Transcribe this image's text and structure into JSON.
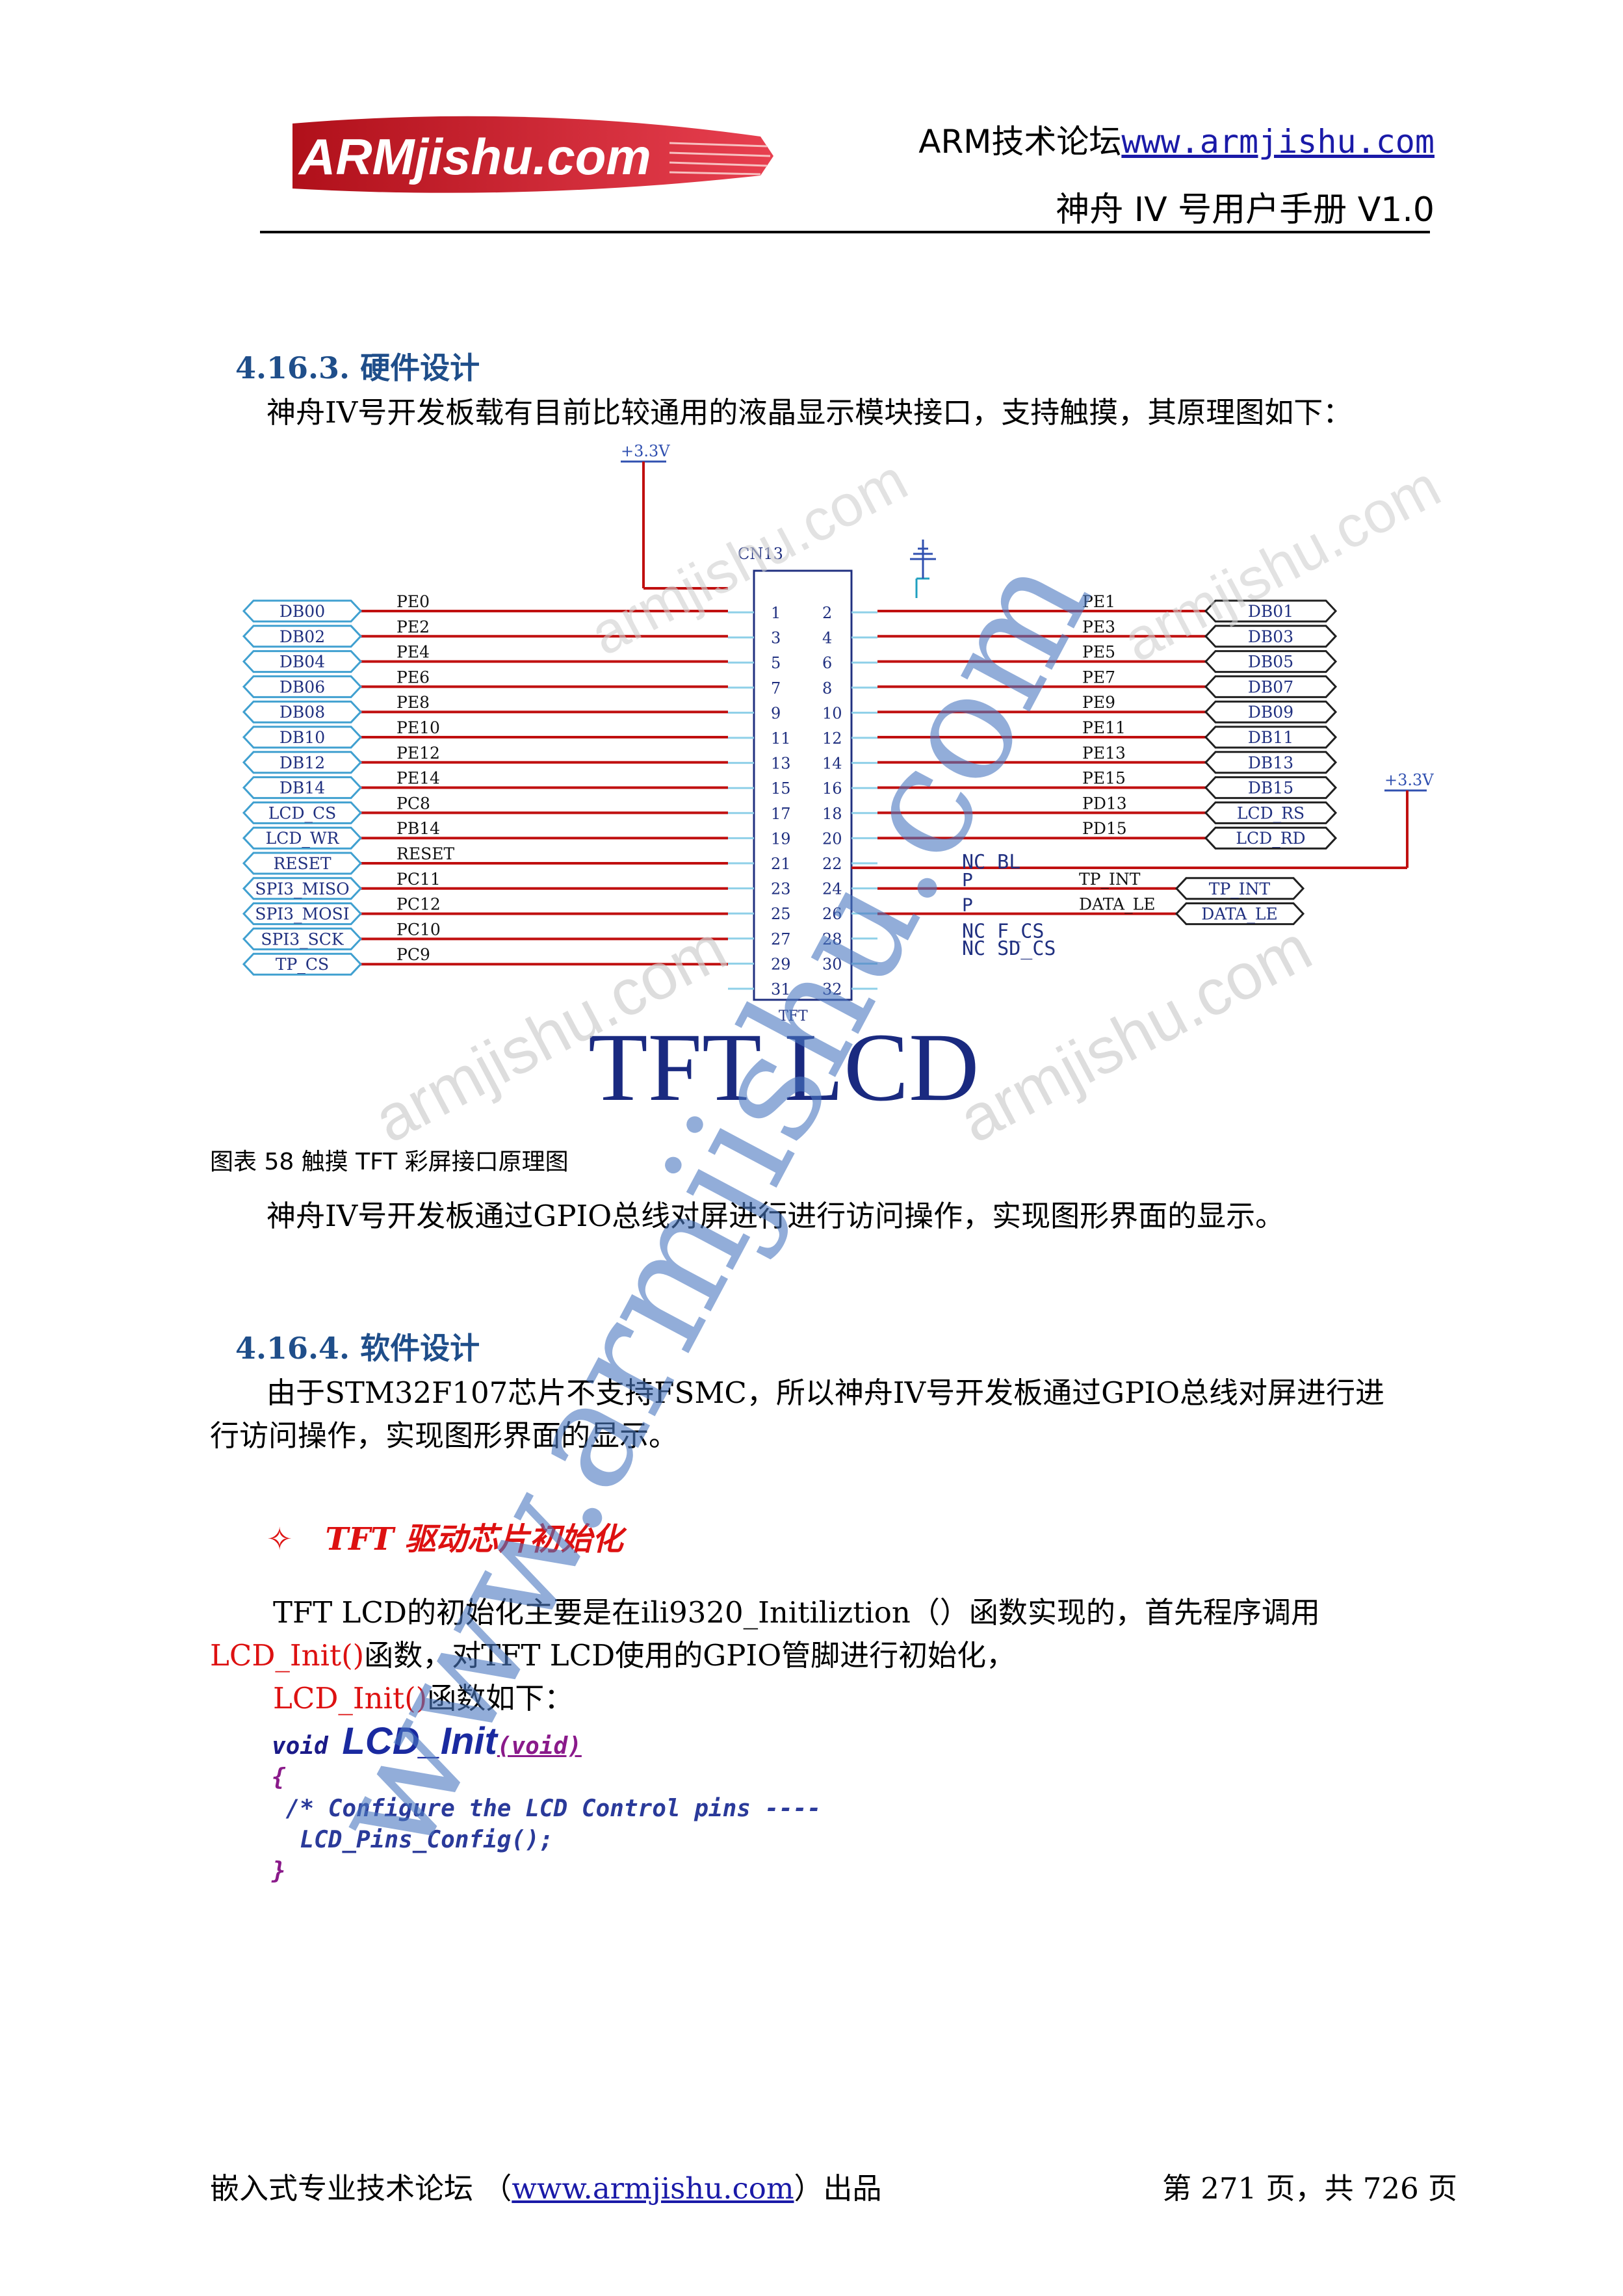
{
  "header": {
    "logo_text": "ARMjishu.com",
    "forum_label": "ARM技术论坛",
    "forum_url": "www.armjishu.com",
    "manual_title": "神舟 IV 号用户手册 V1.0"
  },
  "sections": {
    "hw_heading": "4.16.3. 硬件设计",
    "hw_intro": "神舟IV号开发板载有目前比较通用的液晶显示模块接口，支持触摸，其原理图如下：",
    "figure_caption": "图表 58 触摸 TFT 彩屏接口原理图",
    "hw_note": "神舟IV号开发板通过GPIO总线对屏进行进行访问操作，实现图形界面的显示。",
    "sw_heading": "4.16.4. 软件设计",
    "sw_para_line1": "由于STM32F107芯片不支持FSMC，所以神舟IV号开发板通过GPIO总线对屏进行进",
    "sw_para_line2": "行访问操作，实现图形界面的显示。",
    "bullet_symbol": "✧",
    "bullet_title": "TFT 驱动芯片初始化",
    "init_line1_a": "TFT LCD的初始化主要是在ili9320_Initiliztion（）函数实现的，首先程序调用",
    "init_line2_red": "LCD_Init()",
    "init_line2_rest": "函数，对TFT LCD使用的GPIO管脚进行初始化，",
    "init_line3_red": "LCD_Init()",
    "init_line3_rest": "函数如下："
  },
  "code": {
    "l1_kw": "void",
    "l1_fn": "LCD_Init",
    "l1_args": "(void)",
    "l2": "{",
    "l3": " /* Configure the LCD Control pins ----",
    "l4": "  LCD_Pins_Config();",
    "l5": "}"
  },
  "schematic": {
    "title": "TFT LCD",
    "connector": "CN13",
    "connector_bottom": "TFT",
    "vcc_label": "+3.3V",
    "left_nets": [
      "DB00",
      "DB02",
      "DB04",
      "DB06",
      "DB08",
      "DB10",
      "DB12",
      "DB14",
      "LCD_CS",
      "LCD_WR",
      "RESET",
      "SPI3_MISO",
      "SPI3_MOSI",
      "SPI3_SCK",
      "TP_CS"
    ],
    "left_pins": [
      "PE0",
      "PE2",
      "PE4",
      "PE6",
      "PE8",
      "PE10",
      "PE12",
      "PE14",
      "PC8",
      "PB14",
      "RESET",
      "PC11",
      "PC12",
      "PC10",
      "PC9"
    ],
    "odd_numbers": [
      "1",
      "3",
      "5",
      "7",
      "9",
      "11",
      "13",
      "15",
      "17",
      "19",
      "21",
      "23",
      "25",
      "27",
      "29",
      "31"
    ],
    "even_numbers": [
      "2",
      "4",
      "6",
      "8",
      "10",
      "12",
      "14",
      "16",
      "18",
      "20",
      "22",
      "24",
      "26",
      "28",
      "30",
      "32"
    ],
    "right_pins": [
      "PE1",
      "PE3",
      "PE5",
      "PE7",
      "PE9",
      "PE11",
      "PE13",
      "PE15",
      "PD13",
      "PD15"
    ],
    "right_nets": [
      "DB01",
      "DB03",
      "DB05",
      "DB07",
      "DB09",
      "DB11",
      "DB13",
      "DB15",
      "LCD_RS",
      "LCD_RD"
    ],
    "nc_bl": "NC BL",
    "p1": "P",
    "tp_int_pin": "TP_INT",
    "p2": "P",
    "data_le_pin": "DATA_LE",
    "tp_int_net": "TP_INT",
    "data_le_net": "DATA_LE",
    "nc_fcs": "NC F_CS",
    "nc_sdcs": "NC SD_CS"
  },
  "watermark": {
    "diag_text": "www.armjishu.com",
    "small_text": "armjishu.com"
  },
  "footer": {
    "left_prefix": "嵌入式专业技术论坛 （",
    "left_url": "www.armjishu.com",
    "left_suffix": "）出品",
    "page_info": "第 271 页，共 726 页"
  }
}
